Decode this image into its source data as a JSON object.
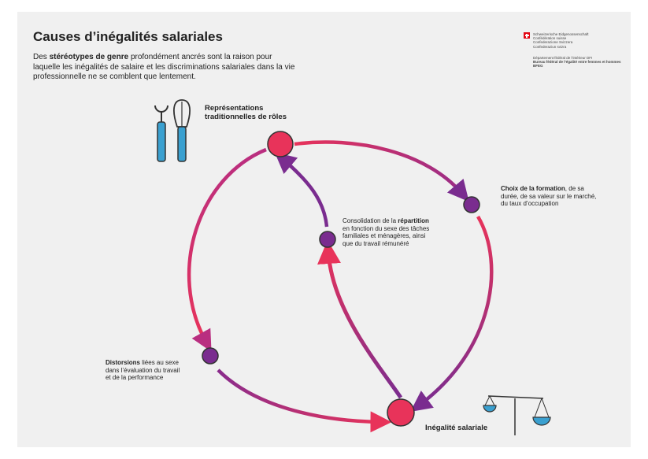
{
  "title": "Causes d’inégalités salariales",
  "intro": {
    "before": "Des ",
    "bold": "stéréotypes de genre",
    "after": " profondément ancrés sont la raison pour laquelle les inégalités de salaire et les discriminations salariales dans la vie professionnelle ne se comblent que lentement."
  },
  "logo": {
    "confederation": [
      "Schweizerische Eidgenossenschaft",
      "Confédération suisse",
      "Confederazione Svizzera",
      "Confederaziun svizra"
    ],
    "department": "Département fédéral de l’intérieur DFI",
    "office": "Bureau fédéral de l’égalité entre femmes et hommes BFEG"
  },
  "nodes": {
    "roles": {
      "label_line1": "Représentations",
      "label_line2": "traditionnelles de rôles"
    },
    "formation": {
      "bold": "Choix de la formation",
      "rest_line1": ", de sa",
      "line2": "durée, de sa valeur sur le marché,",
      "line3": "du taux d’occupation"
    },
    "repartition": {
      "line1_pre": "Consolidation de la ",
      "line1_bold": "répartition",
      "line2": "en fonction du sexe des tâches",
      "line3": "familiales et ménagères, ainsi",
      "line4": "que du travail rémunéré"
    },
    "distorsions": {
      "bold": "Distorsions",
      "rest_line1": " liées au sexe",
      "line2": "dans l’évaluation du travail",
      "line3": "et de la performance"
    },
    "inegalite": {
      "label": "Inégalité salariale"
    }
  },
  "colors": {
    "pink": "#e8335a",
    "purple": "#7a2c8f",
    "magenta": "#c2307a",
    "blue": "#3aa0d0",
    "background": "#f0f0f0"
  },
  "icons": [
    "wrench-icon",
    "whisk-icon",
    "balance-scale-icon"
  ]
}
